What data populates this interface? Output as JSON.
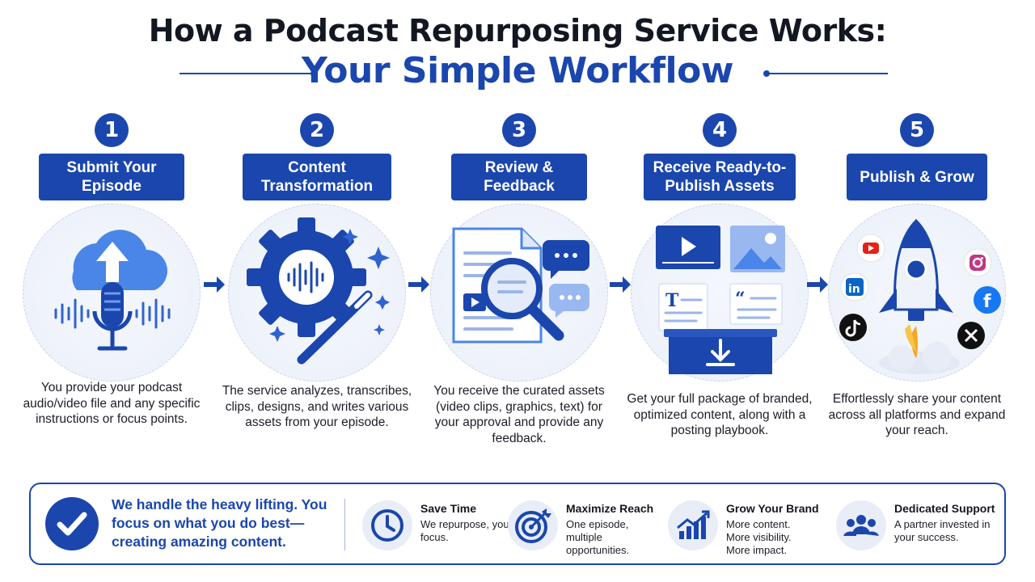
{
  "header": {
    "title": "How a Podcast Repurposing Service Works:",
    "subtitle": "Your Simple Workflow"
  },
  "steps": [
    {
      "number": "1",
      "label": "Submit Your Episode",
      "icon": "cloud-upload-microphone-icon",
      "description": "You provide your podcast audio/video file and any specific instructions or focus points."
    },
    {
      "number": "2",
      "label": "Content Transformation",
      "icon": "gear-magic-wand-icon",
      "description": "The service analyzes, transcribes, clips, designs, and writes various assets from your episode."
    },
    {
      "number": "3",
      "label": "Review & Feedback",
      "icon": "document-magnifier-chat-icon",
      "description": "You receive the curated assets (video clips, graphics, text) for your approval and provide any feedback."
    },
    {
      "number": "4",
      "label": "Receive Ready-to-Publish Assets",
      "icon": "asset-package-download-icon",
      "description": "Get your full package of branded, optimized content, along with a posting playbook."
    },
    {
      "number": "5",
      "label": "Publish & Grow",
      "icon": "rocket-social-icon",
      "description": "Effortlessly share your content across all platforms and expand your reach."
    }
  ],
  "banner": {
    "tagline": "We handle the heavy lifting. You focus on what you do best—creating amazing content.",
    "features": [
      {
        "icon": "clock-icon",
        "title": "Save Time",
        "description": "We repurpose, you focus."
      },
      {
        "icon": "target-icon",
        "title": "Maximize Reach",
        "description": "One episode, multiple opportunities."
      },
      {
        "icon": "growth-chart-icon",
        "title": "Grow Your Brand",
        "description": "More content. More visibility. More impact."
      },
      {
        "icon": "team-icon",
        "title": "Dedicated Support",
        "description": "A partner invested in your success."
      }
    ]
  },
  "colors": {
    "primary": "#1a46ad",
    "accent_light": "#4a86e8",
    "background": "#ffffff",
    "text": "#14171f"
  }
}
